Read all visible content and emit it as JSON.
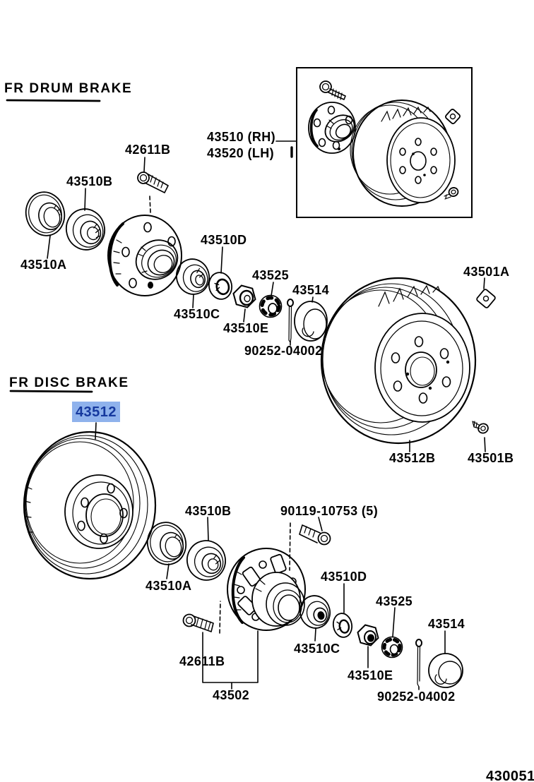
{
  "page": {
    "number": "430051",
    "colors": {
      "background": "#FFFFFF",
      "line": "#000000",
      "highlight_bg": "#8FB2EC",
      "highlight_text": "#16399E"
    }
  },
  "drum_brake_section": {
    "heading": "FR DRUM BRAKE",
    "assembly_label_rh": "43510 (RH)",
    "assembly_label_lh": "43520 (LH)",
    "parts": {
      "hub_bolt": "42611B",
      "outer_bearing": "43510B",
      "grease_seal": "43510A",
      "thrust_washer": "43510D",
      "inner_bearing": "43510C",
      "nut_lock_cap": "43525",
      "grease_cap": "43514",
      "hub_nut": "43510E",
      "cotter_pin": "90252-04002",
      "clip": "43501A",
      "brake_drum": "43512B",
      "drum_set_screw": "43501B"
    }
  },
  "disc_brake_section": {
    "heading": "FR DISC BRAKE",
    "selected_part": "43512",
    "parts": {
      "outer_bearing": "43510B",
      "hub_set_bolt": "90119-10753 (5)",
      "grease_seal": "43510A",
      "thrust_washer": "43510D",
      "hub_bolt": "42611B",
      "inner_bearing": "43510C",
      "nut_lock_cap": "43525",
      "grease_cap": "43514",
      "hub_nut": "43510E",
      "cotter_pin": "90252-04002",
      "hub_assembly": "43502"
    }
  }
}
